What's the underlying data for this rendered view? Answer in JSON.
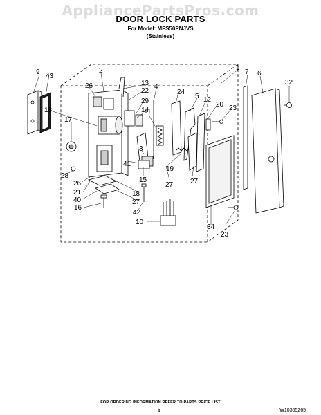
{
  "watermark": "AppliancePartsPros.com",
  "title": "DOOR LOCK PARTS",
  "model_line": "For Model: MFS50PNJVS",
  "finish_line": "(Stainless)",
  "callouts": [
    "1",
    "2",
    "3",
    "4",
    "5",
    "6",
    "7",
    "9",
    "10",
    "11",
    "12",
    "13",
    "14",
    "15",
    "16",
    "17",
    "18",
    "18",
    "19",
    "20",
    "21",
    "22",
    "23",
    "23",
    "24",
    "26",
    "26",
    "27",
    "27",
    "27",
    "28",
    "29",
    "32",
    "34",
    "40",
    "41",
    "42",
    "43"
  ],
  "footer_note": "FOR ORDERING INFORMATION REFER TO PARTS PRICE LIST",
  "page_number": "4",
  "document_number": "W10305265"
}
